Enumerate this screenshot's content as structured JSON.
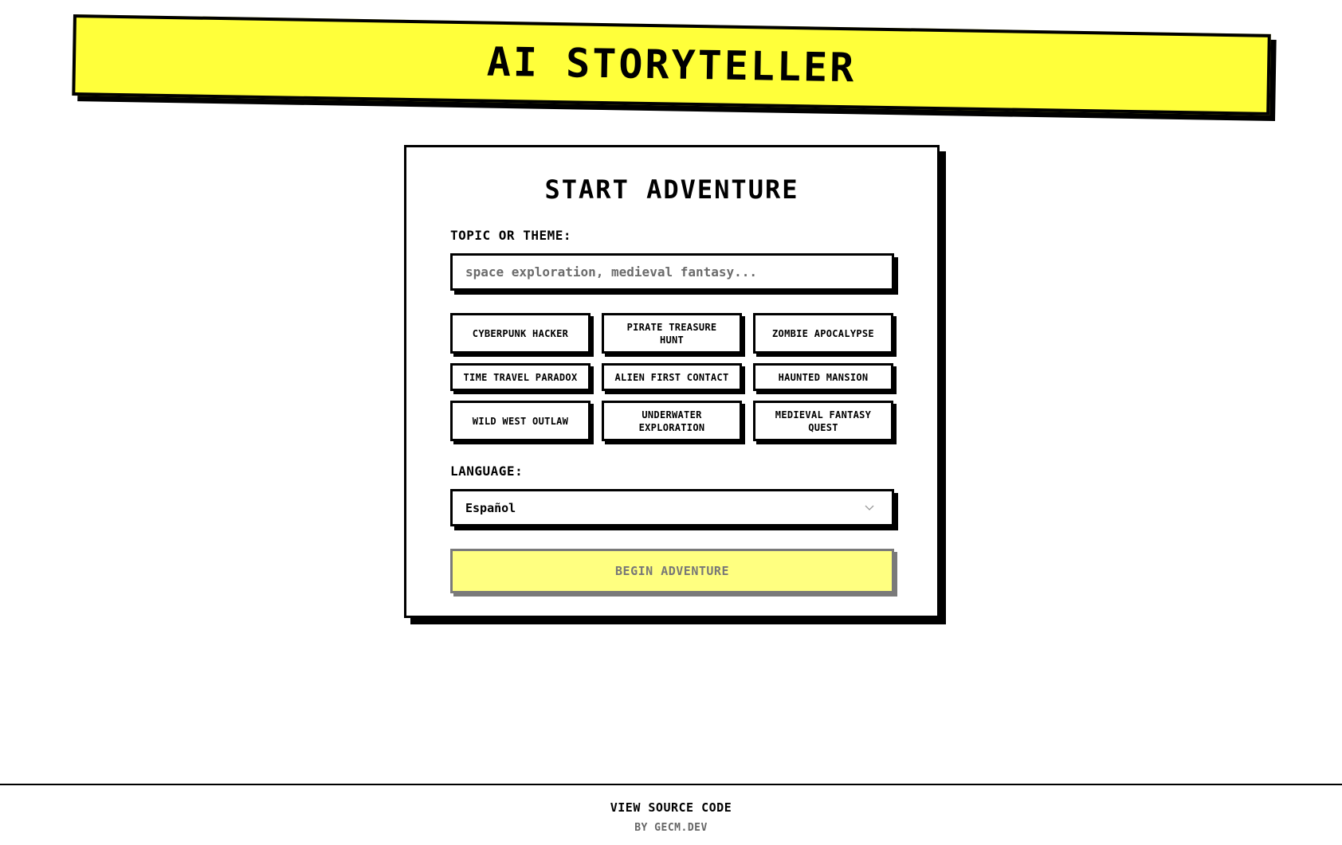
{
  "header": {
    "title": "AI STORYTELLER",
    "background_color": "#ffff3a"
  },
  "card": {
    "title": "START ADVENTURE",
    "topic_label": "TOPIC OR THEME:",
    "topic_input": {
      "value": "",
      "placeholder": "space exploration, medieval fantasy..."
    },
    "topic_suggestions": [
      {
        "label": "CYBERPUNK HACKER"
      },
      {
        "label": "PIRATE TREASURE HUNT"
      },
      {
        "label": "ZOMBIE APOCALYPSE"
      },
      {
        "label": "TIME TRAVEL PARADOX"
      },
      {
        "label": "ALIEN FIRST CONTACT"
      },
      {
        "label": "HAUNTED MANSION"
      },
      {
        "label": "WILD WEST OUTLAW"
      },
      {
        "label": "UNDERWATER EXPLORATION"
      },
      {
        "label": "MEDIEVAL FANTASY QUEST"
      }
    ],
    "language_label": "LANGUAGE:",
    "language_select": {
      "selected": "Español",
      "icon": "chevron-down-icon"
    },
    "begin_button": {
      "label": "BEGIN ADVENTURE",
      "state": "disabled",
      "background_color": "#ffff80"
    }
  },
  "footer": {
    "source_link": "VIEW SOURCE CODE",
    "credit": "BY GECM.DEV"
  }
}
